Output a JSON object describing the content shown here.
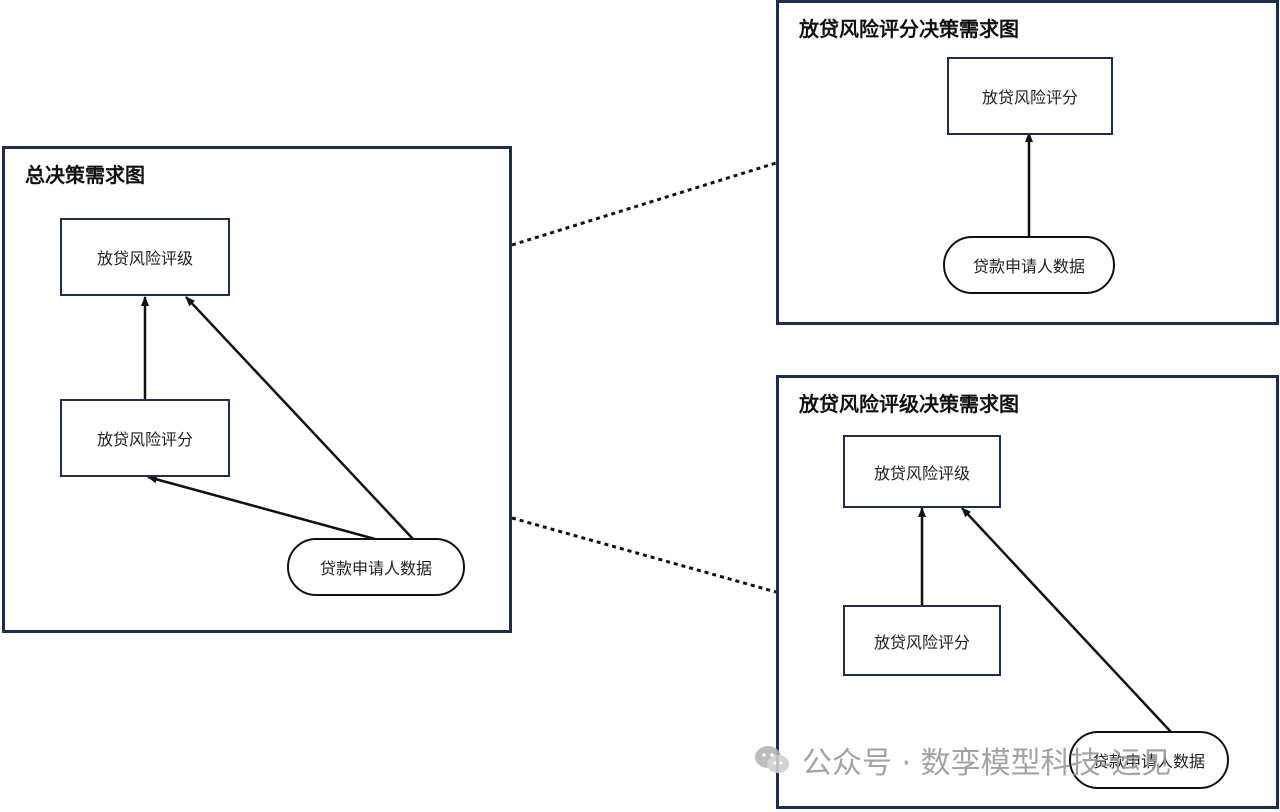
{
  "panels": {
    "overall": {
      "title": "总决策需求图",
      "rating_node": "放贷风险评级",
      "score_node": "放贷风险评分",
      "data_node": "贷款申请人数据"
    },
    "score": {
      "title": "放贷风险评分决策需求图",
      "score_node": "放贷风险评分",
      "data_node": "贷款申请人数据"
    },
    "rating": {
      "title": "放贷风险评级决策需求图",
      "rating_node": "放贷风险评级",
      "score_node": "放贷风险评分",
      "data_node": "贷款申请人数据"
    }
  },
  "watermark": {
    "text": "公众号 · 数孪模型科技-运见",
    "icon": "wechat-icon"
  }
}
